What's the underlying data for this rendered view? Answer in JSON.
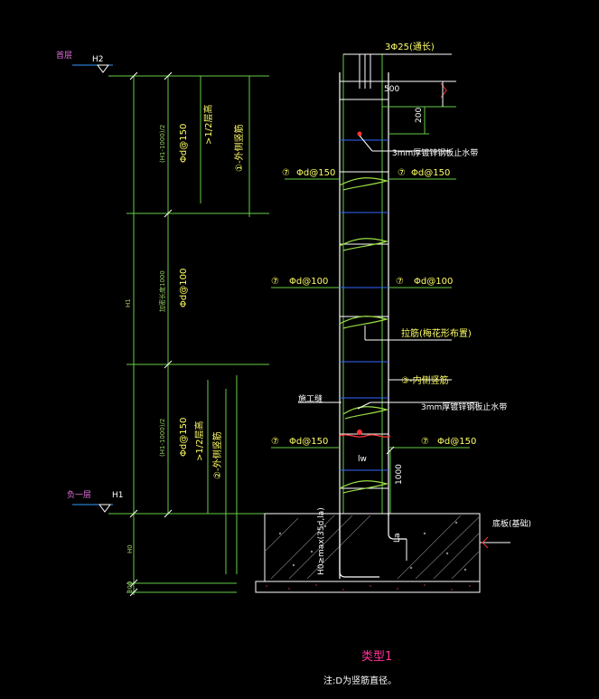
{
  "levels": {
    "top_floor": "首层",
    "top_mark": "H2",
    "basement_floor": "负一层",
    "basement_mark": "H1"
  },
  "top_bars": "3Φ25(通长)",
  "dim_500": "500",
  "dim_200": "200",
  "dim_1000": "1000",
  "dims_left": {
    "total": "H1",
    "lower_segment": "(H1-1000)/2",
    "middle_segment": "加密长度1000",
    "upper_segment": "(H1-1000)/2",
    "bottom": "H0",
    "base": "300"
  },
  "spacing_labels": {
    "upper": "Φd@150",
    "middle": "Φd@100",
    "lower": "Φd@150",
    "half_upper": ">1/2层高",
    "half_lower": ">1/2层高"
  },
  "bar_notes": {
    "outer_upper": "①-外侧竖筋",
    "outer_lower": "②-外侧竖筋",
    "inner": "③-内侧竖筋"
  },
  "callouts": {
    "waterstop_top": "3mm厚镀锌钢板止水带",
    "tie_bar": "拉筋(梅花形布置)",
    "waterstop_bottom": "3mm厚镀锌钢板止水带",
    "construction_joint": "施工缝",
    "base_slab": "底板(基础)",
    "anchor": "H0≥max(35d,la)"
  },
  "rebar_markers": {
    "m7": "⑦",
    "upper_left": "Φd@150",
    "upper_right": "Φd@150",
    "middle_left": "Φd@100",
    "middle_right": "Φd@100",
    "lower_left": "Φd@150",
    "lower_right": "Φd@150",
    "lw": "lw",
    "la": "La"
  },
  "title": "类型1",
  "note": "注:D为竖筋直径。"
}
